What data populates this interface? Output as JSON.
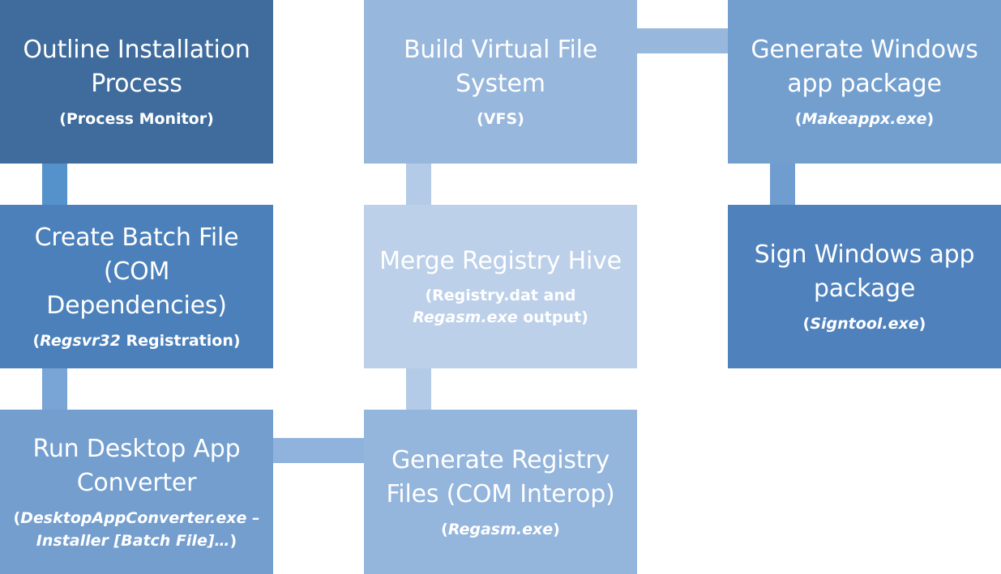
{
  "steps": {
    "outline": {
      "title": "Outline Installation Process",
      "sub": "(Process Monitor)"
    },
    "batch": {
      "title": "Create Batch File (COM Dependencies)",
      "sub_prefix": "(",
      "sub_italic": "Regsvr32",
      "sub_suffix": " Registration)"
    },
    "converter": {
      "title": "Run Desktop App Converter",
      "sub_italic": "DesktopAppConverter.exe – Installer [Batch File]…",
      "sub_prefix": "(",
      "sub_suffix": ")"
    },
    "registry_files": {
      "title": "Generate Registry Files (COM Interop)",
      "sub_prefix": "(",
      "sub_italic": "Regasm.exe",
      "sub_suffix": ")"
    },
    "merge": {
      "title": "Merge Registry Hive",
      "sub_line1": "(Registry.dat and",
      "sub_italic": "Regasm.exe",
      "sub_suffix": " output)"
    },
    "vfs": {
      "title": "Build Virtual File System",
      "sub": "(VFS)"
    },
    "package": {
      "title": "Generate Windows app package",
      "sub_prefix": "(",
      "sub_italic": "Makeappx.exe",
      "sub_suffix": ")"
    },
    "sign": {
      "title": "Sign Windows app package",
      "sub_prefix": "(",
      "sub_italic": "Signtool.exe",
      "sub_suffix": ")"
    }
  },
  "colors": {
    "outline": "#3f6c9c",
    "batch": "#4b80ba",
    "converter": "#739ece",
    "registry_files": "#94b5dc",
    "merge": "#bcd0e9",
    "vfs": "#98b7dc",
    "package": "#739fcf",
    "sign": "#4f81bc"
  }
}
